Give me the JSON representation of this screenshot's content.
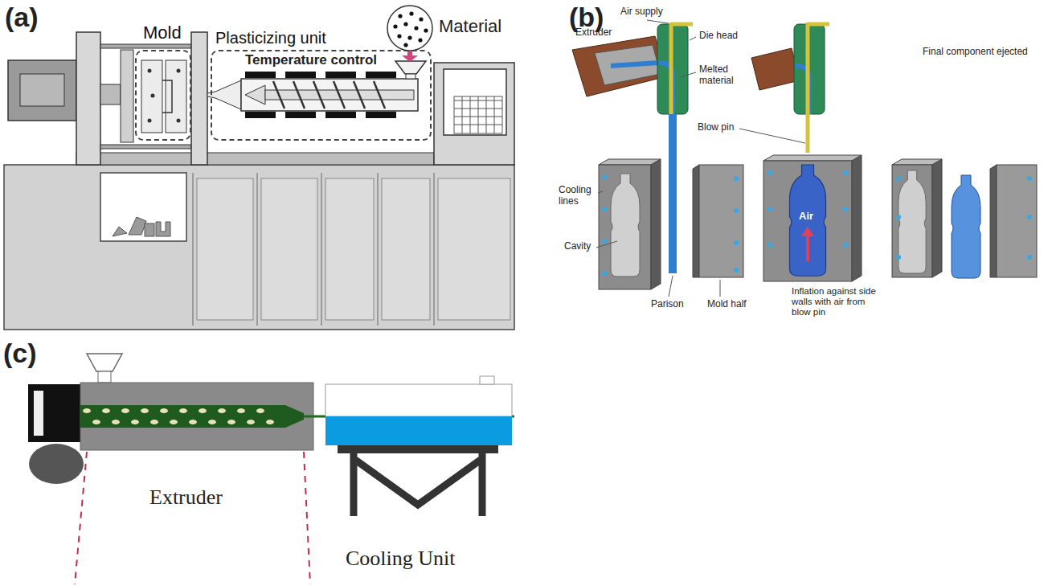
{
  "diagram": {
    "nodes": [
      {
        "text": [
          "Mold"
        ]
      },
      {
        "text": [
          "Plasticizing unit"
        ]
      }
    ],
    "labels": [
      "(a)",
      "Temperature control",
      "Material",
      "(b)",
      "Air supply",
      "Extruder",
      "Die head",
      "Melted material",
      "Blow pin",
      "Final component ejected",
      "Cooling lines",
      "Cavity",
      "Parison",
      "Mold half",
      "Air",
      "Inflation against side walls with air from blow pin",
      "(c)",
      "Extruder",
      "Cooling Unit"
    ]
  }
}
